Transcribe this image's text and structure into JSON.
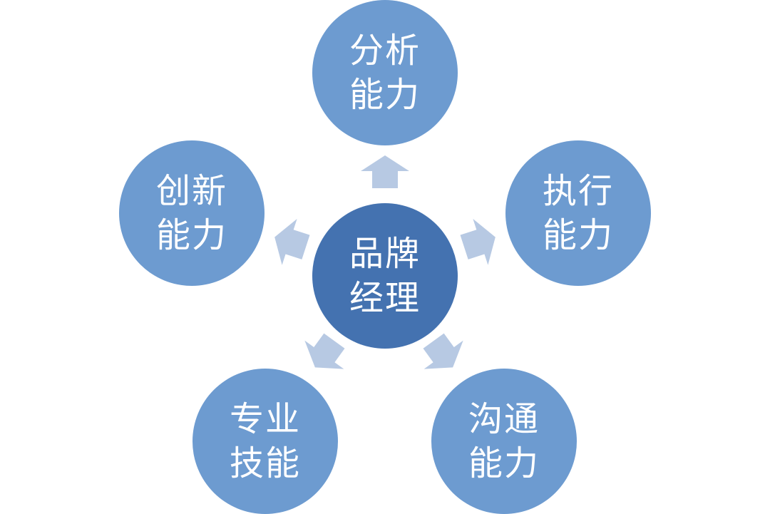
{
  "center": {
    "line1": "品牌",
    "line2": "经理"
  },
  "nodes": {
    "top": {
      "line1": "分析",
      "line2": "能力"
    },
    "left": {
      "line1": "创新",
      "line2": "能力"
    },
    "right": {
      "line1": "执行",
      "line2": "能力"
    },
    "bottom_left": {
      "line1": "专业",
      "line2": "技能"
    },
    "bottom_right": {
      "line1": "沟通",
      "line2": "能力"
    }
  },
  "colors": {
    "center": "#4472b0",
    "outer": "#6d9bd0",
    "arrow": "#b7c9e3",
    "text": "#ffffff"
  }
}
